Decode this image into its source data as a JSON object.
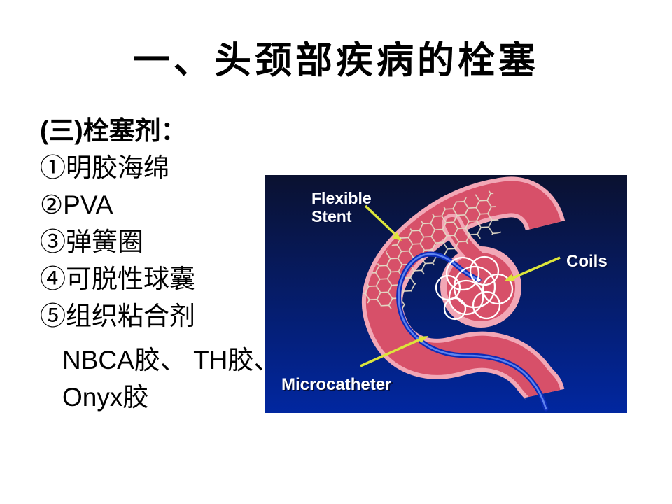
{
  "slide": {
    "title": "一、头颈部疾病的栓塞",
    "content": {
      "heading": "(三)栓塞剂：",
      "items": [
        "①明胶海绵",
        "②PVA",
        "③弹簧圈",
        "④可脱性球囊",
        "⑤组织粘合剂"
      ],
      "glue_line1": "NBCA胶、 TH胶、",
      "glue_line2": "Onyx胶"
    },
    "figure": {
      "labels": {
        "flexible_stent_line1": "Flexible",
        "flexible_stent_line2": "Stent",
        "coils": "Coils",
        "microcatheter": "Microcatheter"
      },
      "colors": {
        "bg_top": "#0a1130",
        "bg_bottom": "#0127a0",
        "vessel_border": "#f2a7b6",
        "vessel_fill": "#d75069",
        "stent": "#e2dac6",
        "coil": "#ffffff",
        "catheter": "#0c2cb8",
        "catheter_highlight": "#5f83ee",
        "arrow": "#dde53a",
        "label_text": "#ffffff"
      }
    }
  }
}
